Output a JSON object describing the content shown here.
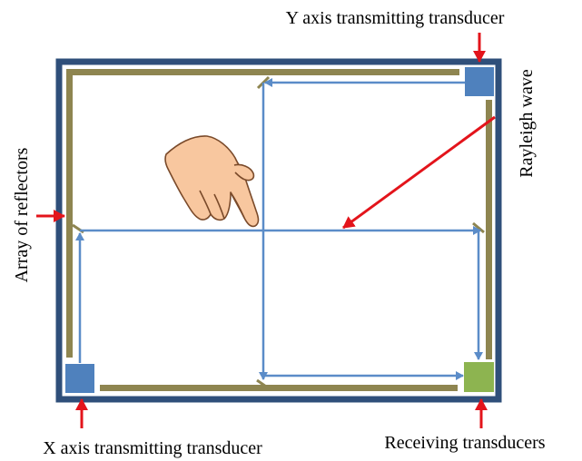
{
  "labels": {
    "y_transducer": "Y axis transmitting transducer",
    "x_transducer": "X axis transmitting transducer",
    "receiving": "Receiving transducers",
    "rayleigh": "Rayleigh wave",
    "reflectors": "Array of reflectors"
  },
  "colors": {
    "frame": "#2F4F7A",
    "reflector": "#8E8550",
    "wave": "#5B8CC8",
    "transmitter": "#4F81BD",
    "receiver": "#8DB450",
    "pointer": "#E3141B",
    "hand": "#F8C79F"
  },
  "icons": {
    "hand": "pointing-hand-icon"
  }
}
